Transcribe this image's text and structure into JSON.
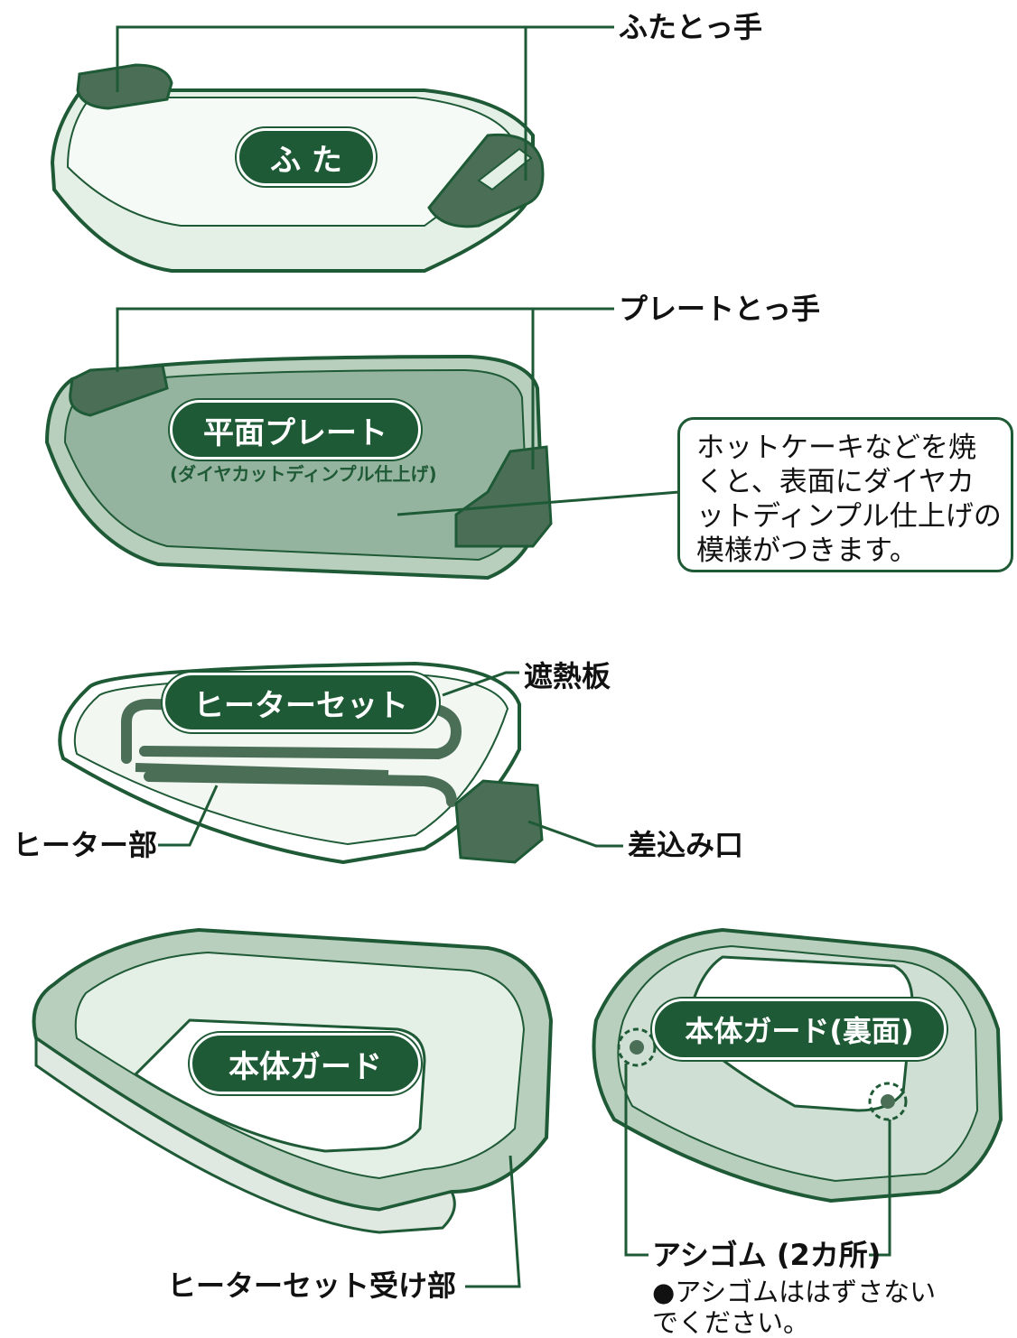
{
  "labels": {
    "lid_handle": "ふたとっ手",
    "lid": "ふ た",
    "plate_handle": "プレートとっ手",
    "flat_plate": "平面プレート",
    "flat_plate_sub": "(ダイヤカットディンプル仕上げ)",
    "callout": "ホットケーキなどを焼くと、表面にダイヤカットディンプル仕上げの模様がつきます。",
    "heat_shield": "遮熱板",
    "heater_set": "ヒーターセット",
    "heater_part": "ヒーター部",
    "socket": "差込み口",
    "body_guard": "本体ガード",
    "body_guard_back": "本体ガード(裏面)",
    "rubber_feet": "アシゴム (2カ所)",
    "rubber_feet_note": "●アシゴムははずさないでください。",
    "heater_receiver": "ヒーターセット受け部"
  },
  "colors": {
    "accent": "#1f5a36",
    "line": "#1f5a36",
    "fill_light": "#e4efe6",
    "fill_mid": "#b8cfbd",
    "fill_dark": "#4b6e57"
  }
}
